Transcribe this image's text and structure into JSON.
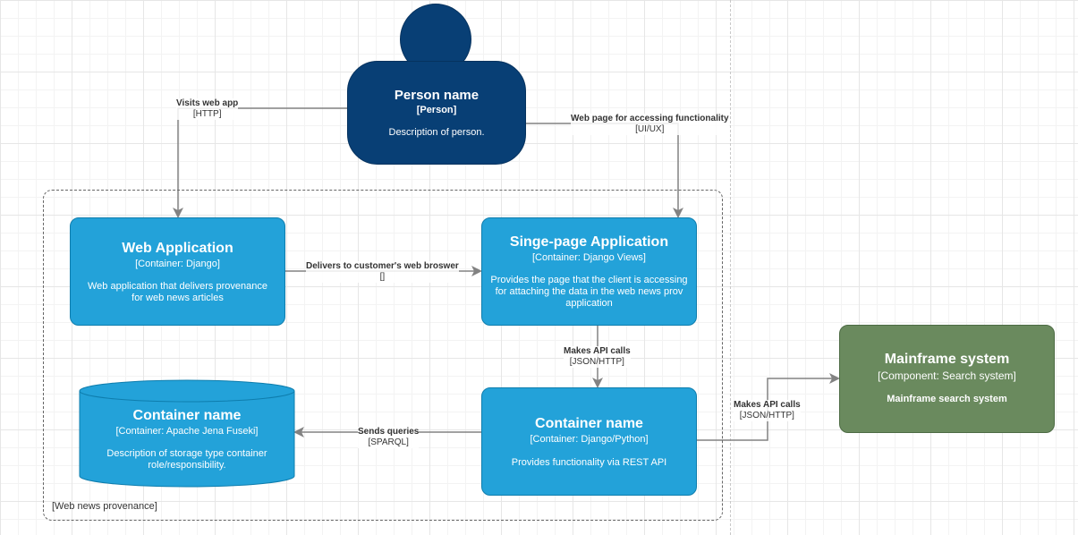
{
  "person": {
    "name": "Person name",
    "type": "[Person]",
    "description": "Description of person."
  },
  "boundary": {
    "label": "[Web news provenance]"
  },
  "web_app": {
    "title": "Web Application",
    "tech": "[Container: Django]",
    "description": "Web application that delivers provenance for web news articles"
  },
  "spa": {
    "title": "Singe-page Application",
    "tech": "[Container: Django Views]",
    "description": "Provides the page that the client is accessing for attaching the data in the web news prov application"
  },
  "api": {
    "title": "Container name",
    "tech": "[Container: Django/Python]",
    "description": "Provides functionality via REST API"
  },
  "database": {
    "title": "Container name",
    "tech": "[Container: Apache Jena Fuseki]",
    "description": "Description of storage type container role/responsibility."
  },
  "mainframe": {
    "title": "Mainframe system",
    "tech": "[Component: Search system]",
    "description": "Mainframe search system"
  },
  "edges": {
    "visits": {
      "label": "Visits web app",
      "tech": "[HTTP]"
    },
    "webpage": {
      "label": "Web page for accessing functionality",
      "tech": "[UI/UX]"
    },
    "delivers": {
      "label": "Delivers to customer's web broswer",
      "tech": "[]"
    },
    "api_calls": {
      "label": "Makes API calls",
      "tech": "[JSON/HTTP]"
    },
    "queries": {
      "label": "Sends queries",
      "tech": "[SPARQL]"
    },
    "mainframe_calls": {
      "label": "Makes API calls",
      "tech": "[JSON/HTTP]"
    }
  },
  "colors": {
    "person": "#083f75",
    "container": "#23a2d9",
    "mainframe": "#6a8a5e",
    "edge": "#828282"
  }
}
